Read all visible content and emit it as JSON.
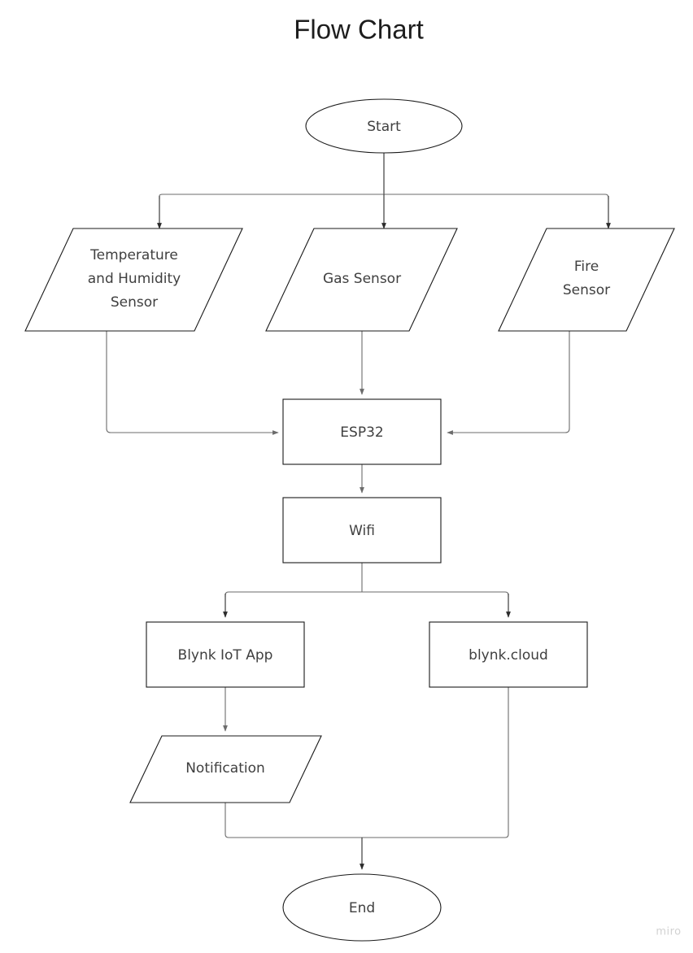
{
  "page": {
    "title": "Flow Chart",
    "watermark": "miro",
    "background_color": "#ffffff",
    "shape_stroke_color": "#1a1a1a",
    "connector_color": "#6b6b6b",
    "label_color": "#3f3f3f",
    "title_color": "#1d1d1d",
    "watermark_color": "#d2d2d2"
  },
  "diagram": {
    "type": "flowchart",
    "nodes": [
      {
        "id": "start",
        "label": "Start",
        "shape": "ellipse"
      },
      {
        "id": "temp_sensor",
        "label_line1": "Temperature",
        "label_line2": "and Humidity",
        "label_line3": "Sensor",
        "shape": "parallelogram"
      },
      {
        "id": "gas_sensor",
        "label": "Gas Sensor",
        "shape": "parallelogram"
      },
      {
        "id": "fire_sensor",
        "label_line1": "Fire",
        "label_line2": "Sensor",
        "shape": "parallelogram"
      },
      {
        "id": "esp32",
        "label": "ESP32",
        "shape": "rectangle"
      },
      {
        "id": "wifi",
        "label": "Wifi",
        "shape": "rectangle"
      },
      {
        "id": "blynk_app",
        "label": "Blynk IoT App",
        "shape": "rectangle"
      },
      {
        "id": "blynk_cloud",
        "label": "blynk.cloud",
        "shape": "rectangle"
      },
      {
        "id": "notification",
        "label": "Notification",
        "shape": "parallelogram"
      },
      {
        "id": "end",
        "label": "End",
        "shape": "ellipse"
      }
    ],
    "edges": [
      {
        "from": "start",
        "to": "temp_sensor"
      },
      {
        "from": "start",
        "to": "gas_sensor"
      },
      {
        "from": "start",
        "to": "fire_sensor"
      },
      {
        "from": "temp_sensor",
        "to": "esp32"
      },
      {
        "from": "gas_sensor",
        "to": "esp32"
      },
      {
        "from": "fire_sensor",
        "to": "esp32"
      },
      {
        "from": "esp32",
        "to": "wifi"
      },
      {
        "from": "wifi",
        "to": "blynk_app"
      },
      {
        "from": "wifi",
        "to": "blynk_cloud"
      },
      {
        "from": "blynk_app",
        "to": "notification"
      },
      {
        "from": "notification",
        "to": "end"
      },
      {
        "from": "blynk_cloud",
        "to": "end"
      }
    ]
  }
}
